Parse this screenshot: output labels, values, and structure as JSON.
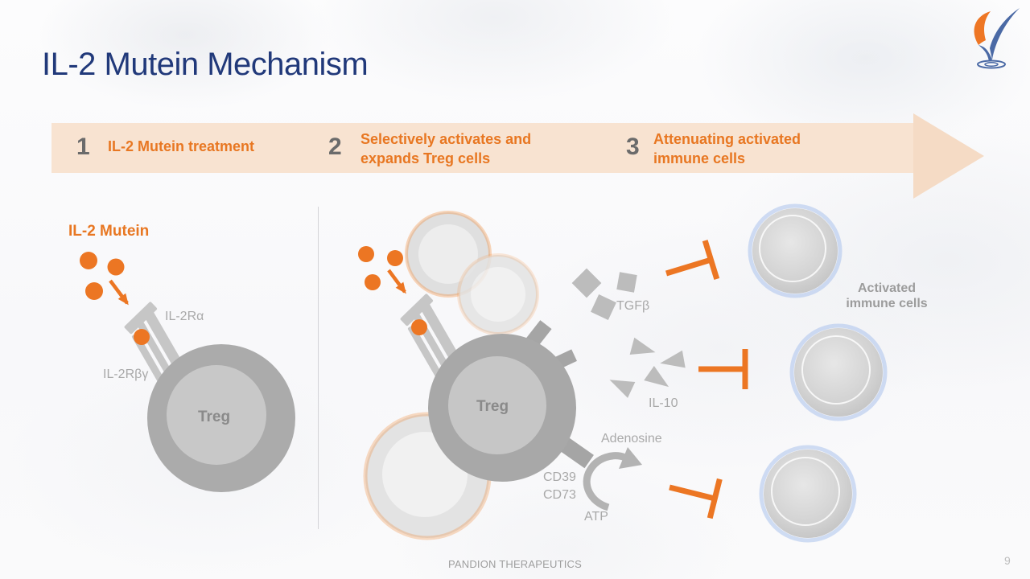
{
  "slide": {
    "title": "IL-2 Mutein Mechanism",
    "footer": "PANDION THERAPEUTICS",
    "page_number": "9"
  },
  "colors": {
    "accent_orange": "#E87722",
    "banner_peach": "#F8E3D1",
    "banner_arrow_peach": "#F5DBC5",
    "step_number_gray": "#6B6B6B",
    "title_navy": "#21397A",
    "cell_gray": "#A9A9A9",
    "cell_inner_gray": "#C6C6C6",
    "label_gray": "#A9A9A9",
    "activated_halo_blue": "#A4BEEB",
    "logo_blue": "#4A69A5"
  },
  "banner": {
    "steps": [
      {
        "number": "1",
        "lines": [
          "IL-2 Mutein treatment"
        ]
      },
      {
        "number": "2",
        "lines": [
          "Selectively activates and",
          "expands Treg cells"
        ]
      },
      {
        "number": "3",
        "lines": [
          "Attenuating activated",
          "immune cells"
        ]
      }
    ]
  },
  "diagram": {
    "mutein_label": "IL-2 Mutein",
    "receptor_alpha_label": "IL-2Rα",
    "receptor_beta_gamma_label": "IL-2Rβγ",
    "treg_left_label": "Treg",
    "treg_center_label": "Treg",
    "tgf_beta_label": "TGFβ",
    "il10_label": "IL-10",
    "adenosine_label": "Adenosine",
    "cd39_label": "CD39",
    "cd73_label": "CD73",
    "atp_label": "ATP",
    "activated_cells_label_line1": "Activated",
    "activated_cells_label_line2": "immune cells"
  }
}
